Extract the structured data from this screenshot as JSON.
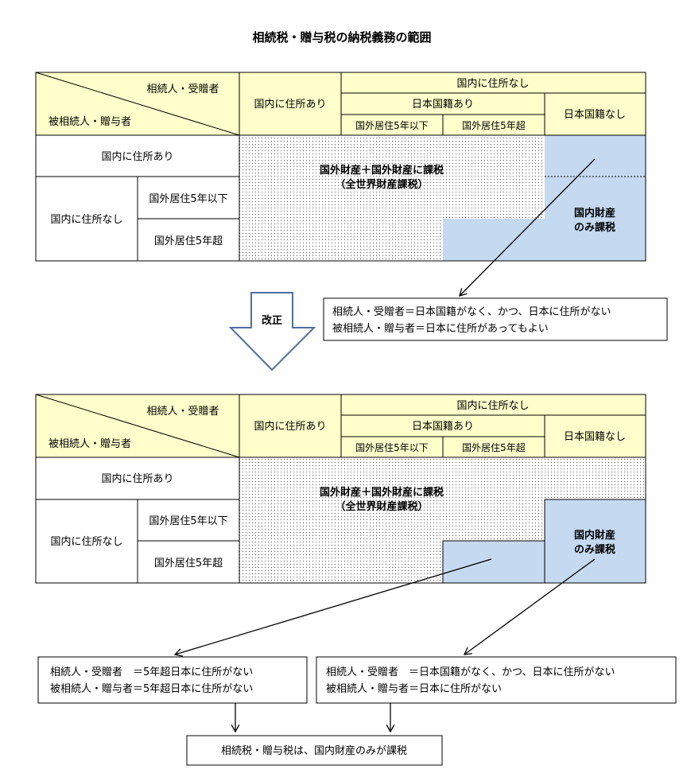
{
  "title": "相続税・贈与税の納税義務の範囲",
  "table_headers": {
    "heir": "相続人・受贈者",
    "decedent": "被相続人・贈与者",
    "domestic_yes": "国内に住所あり",
    "domestic_no": "国内に住所なし",
    "jp_nat_yes": "日本国籍あり",
    "jp_nat_no": "日本国籍なし",
    "abroad_5_or_less": "国外居住5年以下",
    "abroad_over_5": "国外居住5年超"
  },
  "table_body": {
    "worldwide_line1": "国外財産＋国外財産に課税",
    "worldwide_line2": "（全世界財産課税）",
    "domestic_only_line1": "国内財産",
    "domestic_only_line2": "のみ課税"
  },
  "note_before": {
    "line1": "相続人・受贈者＝日本国籍がなく、かつ、日本に住所がない",
    "line2": "被相続人・贈与者＝日本に住所があってもよい"
  },
  "revision_label": "改正",
  "note_after_left": {
    "line1": "相続人・受贈者　＝5年超日本に住所がない",
    "line2": "被相続人・贈与者＝5年超日本に住所がない"
  },
  "note_after_right": {
    "line1": "相続人・受贈者　＝日本国籍がなく、かつ、日本に住所がない",
    "line2": "被相続人・贈与者＝日本に住所がない"
  },
  "conclusion": "相続税・贈与税は、国内財産のみが課税",
  "colors": {
    "header": "#ffffcc",
    "blue": "#c5d9f1",
    "border": "#000000"
  }
}
